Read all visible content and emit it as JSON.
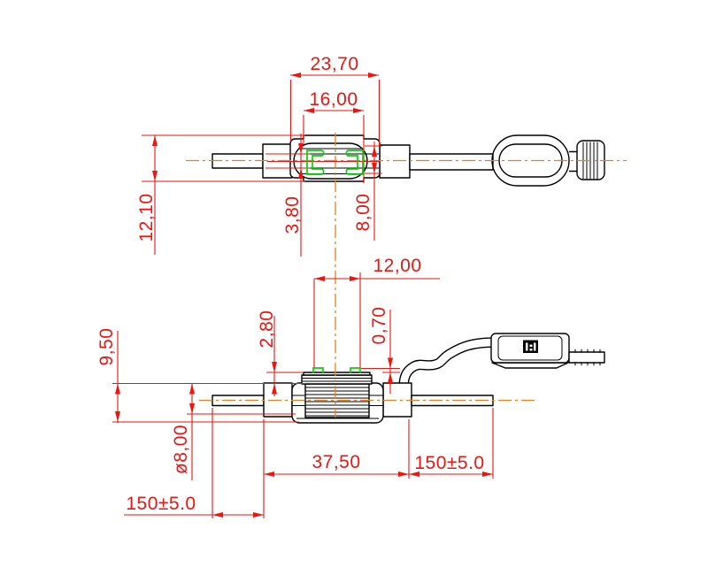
{
  "drawing": {
    "description": "CAD technical drawing of an in-line blade fuse holder with leads, shown in two orthographic views with dimensions in mm",
    "colors": {
      "outline": "#000000",
      "dimension_red": "#f2120e",
      "centerline_orange": "#e8801e",
      "contact_green": "#00d400",
      "background": "#ffffff"
    },
    "dims": {
      "top_width_outer": "23,70",
      "top_width_inner": "16,00",
      "top_height": "12,10",
      "top_wire_slot": "3,80",
      "top_fuse_width": "8,00",
      "side_clip_span": "12,00",
      "side_cap_step": "2,80",
      "side_clip_protrusion": "0,70",
      "side_body_height": "9,50",
      "side_body_diameter": "ø8,00",
      "side_holder_length": "37,50",
      "side_lead_length_right": "150±5.0",
      "side_lead_length_left": "150±5.0"
    }
  }
}
